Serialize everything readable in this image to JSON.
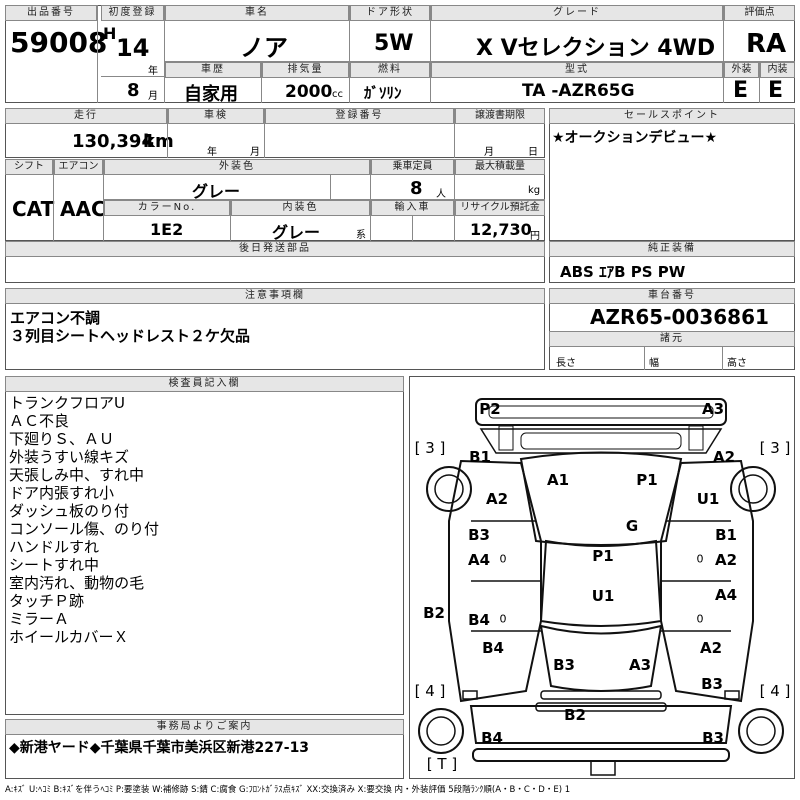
{
  "top": {
    "lot_label": "出品番号",
    "lot_value": "59008",
    "reg_label": "初度登録",
    "era": "H",
    "year_num": "14",
    "year_unit": "年",
    "month_num": "8",
    "month_unit": "月",
    "name_label": "車名",
    "name_value": "ノア",
    "door_label": "ドア形状",
    "door_value": "5W",
    "grade_label": "グレード",
    "grade_value": "X Vセレクション 4WD",
    "score_label": "評価点",
    "score_value": "RA",
    "history_label": "車歴",
    "history_value": "自家用",
    "disp_label": "排気量",
    "disp_value": "2000",
    "disp_unit": "cc",
    "fuel_label": "燃料",
    "fuel_value": "ｶﾞｿﾘﾝ",
    "model_label": "型式",
    "model_value": "TA -AZR65G",
    "ext_label": "外装",
    "ext_value": "E",
    "int_label": "内装",
    "int_value": "E"
  },
  "row2": {
    "mileage_label": "走行",
    "mileage_value": "130,394",
    "mileage_unit": "km",
    "inspection_label": "車検",
    "insp_year": "年",
    "insp_month": "月",
    "regno_label": "登録番号",
    "transfer_label": "譲渡書期限",
    "transfer_month": "月",
    "transfer_day": "日",
    "sales_label": "セールスポイント",
    "sales_text": "★オークションデビュー★"
  },
  "row3": {
    "shift_label": "シフト",
    "shift_value": "CAT",
    "ac_label": "エアコン",
    "ac_value": "AAC",
    "color_label": "外装色",
    "color_value": "グレー",
    "capacity_label": "乗車定員",
    "capacity_value": "8",
    "capacity_unit": "人",
    "load_label": "最大積載量",
    "load_unit": "kg",
    "colorno_label": "カラーNo.",
    "colorno_value": "1E2",
    "intcolor_label": "内装色",
    "intcolor_value": "グレー",
    "intcolor_unit": "系",
    "import_label": "輸入車",
    "recycle_label": "リサイクル預託金",
    "recycle_value": "12,730",
    "recycle_unit": "円",
    "later_label": "後日発送部品",
    "equip_label": "純正装備",
    "equip_value": "ABS ｴｱB PS PW"
  },
  "notes": {
    "label": "注意事項欄",
    "lines": [
      "エアコン不調",
      "３列目シートヘッドレスト２ケ欠品"
    ]
  },
  "chassis": {
    "label": "車台番号",
    "value": "AZR65-0036861",
    "dims_label": "諸元",
    "len_label": "長さ",
    "wid_label": "幅",
    "hgt_label": "高さ"
  },
  "inspector": {
    "label": "検査員記入欄",
    "lines": [
      "トランクフロアU",
      "ＡＣ不良",
      "下廻りＳ、ＡＵ",
      "外装うすい線キズ",
      "天張しみ中、すれ中",
      "ドア内張すれ小",
      "ダッシュ板のり付",
      "コンソール傷、のり付",
      "ハンドルすれ",
      "シートすれ中",
      "室内汚れ、動物の毛",
      "タッチＰ跡",
      "ミラーＡ",
      "ホイールカバーＸ"
    ]
  },
  "diagram": {
    "marks": [
      "P2",
      "A3",
      "B1",
      "A2",
      "A2",
      "U1",
      "A1",
      "P1",
      "G",
      "B3",
      "B1",
      "A4",
      "A2",
      "P1",
      "U1",
      "A4",
      "B2",
      "B4",
      "B4",
      "A2",
      "B3",
      "A3",
      "B3",
      "B2",
      "B4",
      "B3"
    ],
    "brackets": [
      "[ 3 ]",
      "[ 3 ]",
      "[ 4 ]",
      "[ 4 ]",
      "[ T ]"
    ],
    "zeros": [
      "0",
      "0",
      "0",
      "0"
    ]
  },
  "office": {
    "label": "事務局よりご案内",
    "text": "◆新港ヤード◆千葉県千葉市美浜区新港227-13"
  },
  "legend": "A:ｷｽﾞ U:ﾍｺﾐ B:ｷｽﾞを伴うﾍｺﾐ P:要塗装 W:補修跡 S:錆 C:腐食 G:ﾌﾛﾝﾄｶﾞﾗｽ点ｷｽﾞ XX:交換済み X:要交換 内・外装評価 5段階ﾗﾝｸ順(A・B・C・D・E) 1"
}
